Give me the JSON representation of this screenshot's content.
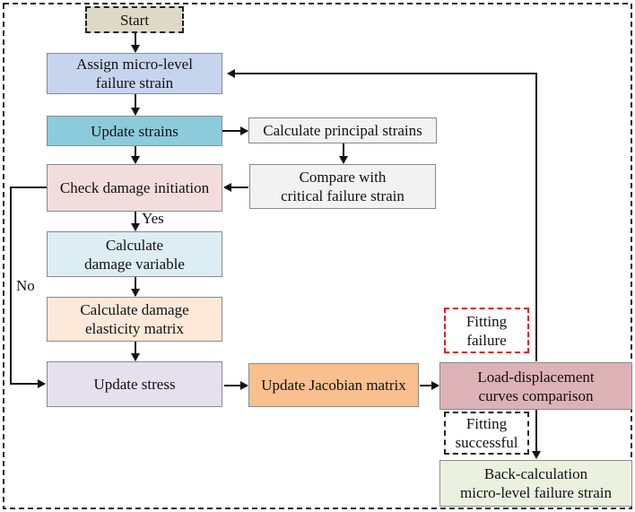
{
  "nodes": {
    "start": {
      "l1": "Start",
      "color": "#ddd9c4"
    },
    "assign": {
      "l1": "Assign micro-level",
      "l2": "failure strain",
      "color": "#c6d4ee"
    },
    "update_strains": {
      "l1": "Update strains",
      "color": "#8ccbdb"
    },
    "principal": {
      "l1": "Calculate principal strains",
      "color": "#f2f2f2"
    },
    "compare": {
      "l1": "Compare with",
      "l2": "critical failure strain",
      "color": "#f2f2f2"
    },
    "check": {
      "l1": "Check damage initiation",
      "color": "#f3dcdc"
    },
    "calc_var": {
      "l1": "Calculate",
      "l2": "damage variable",
      "color": "#dcedf3"
    },
    "calc_matrix": {
      "l1": "Calculate damage",
      "l2": "elasticity matrix",
      "color": "#fde9d9"
    },
    "update_stress": {
      "l1": "Update stress",
      "color": "#e4e0ee"
    },
    "jacobian": {
      "l1": "Update Jacobian matrix",
      "color": "#f9bf8f"
    },
    "load_disp": {
      "l1": "Load-displacement",
      "l2": "curves comparison",
      "color": "#ddb2b6"
    },
    "fit_fail": {
      "l1": "Fitting",
      "l2": "failure"
    },
    "fit_success": {
      "l1": "Fitting",
      "l2": "successful"
    },
    "back_calc": {
      "l1": "Back-calculation",
      "l2": "micro-level failure strain",
      "color": "#ebf1de"
    }
  },
  "labels": {
    "yes": "Yes",
    "no": "No"
  }
}
